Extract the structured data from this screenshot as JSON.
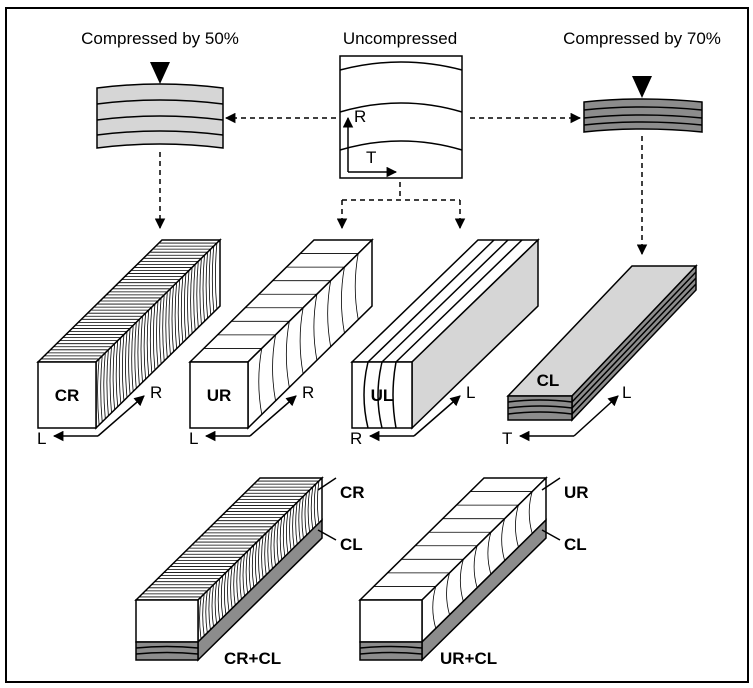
{
  "headers": {
    "left": "Compressed by 50%",
    "center": "Uncompressed",
    "right": "Compressed by 70%"
  },
  "uncompressed_axes": {
    "r": "R",
    "t": "T"
  },
  "samples": [
    {
      "code": "CR",
      "axis_along": "R",
      "axis_across": "L"
    },
    {
      "code": "UR",
      "axis_along": "R",
      "axis_across": "L"
    },
    {
      "code": "UL",
      "axis_along": "L",
      "axis_across": "R"
    },
    {
      "code": "CL",
      "axis_along": "L",
      "axis_across": "T"
    }
  ],
  "combined": [
    {
      "code": "CR+CL",
      "top_layer": "CR",
      "bottom_layer": "CL"
    },
    {
      "code": "UR+CL",
      "top_layer": "UR",
      "bottom_layer": "CL"
    }
  ],
  "colors": {
    "light_gray": "#d6d6d6",
    "dark_gray": "#8c8c8c",
    "outline": "#000000"
  }
}
